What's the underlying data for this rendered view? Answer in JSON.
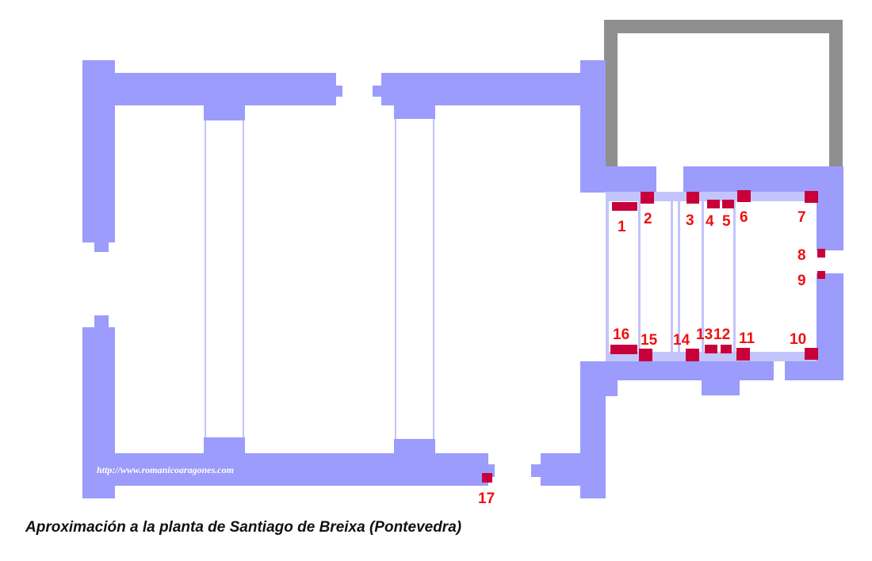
{
  "colors": {
    "wall": "#9b9cfb",
    "wall_light": "#c3c4fb",
    "tower": "#8f8f8f",
    "marker": "#c8003a",
    "number": "#ee1111",
    "watermark": "#ffffff",
    "background": "#ffffff"
  },
  "watermark": "http://www.romanicoaragones.com",
  "caption": "Aproximación a la planta de Santiago de Breixa (Pontevedra)",
  "markers": [
    {
      "id": "1",
      "label": "1"
    },
    {
      "id": "2",
      "label": "2"
    },
    {
      "id": "3",
      "label": "3"
    },
    {
      "id": "4",
      "label": "4"
    },
    {
      "id": "5",
      "label": "5"
    },
    {
      "id": "6",
      "label": "6"
    },
    {
      "id": "7",
      "label": "7"
    },
    {
      "id": "8",
      "label": "8"
    },
    {
      "id": "9",
      "label": "9"
    },
    {
      "id": "10",
      "label": "10"
    },
    {
      "id": "11",
      "label": "11"
    },
    {
      "id": "12",
      "label": "12"
    },
    {
      "id": "13",
      "label": "13"
    },
    {
      "id": "14",
      "label": "14"
    },
    {
      "id": "15",
      "label": "15"
    },
    {
      "id": "16",
      "label": "16"
    },
    {
      "id": "17",
      "label": "17"
    }
  ]
}
